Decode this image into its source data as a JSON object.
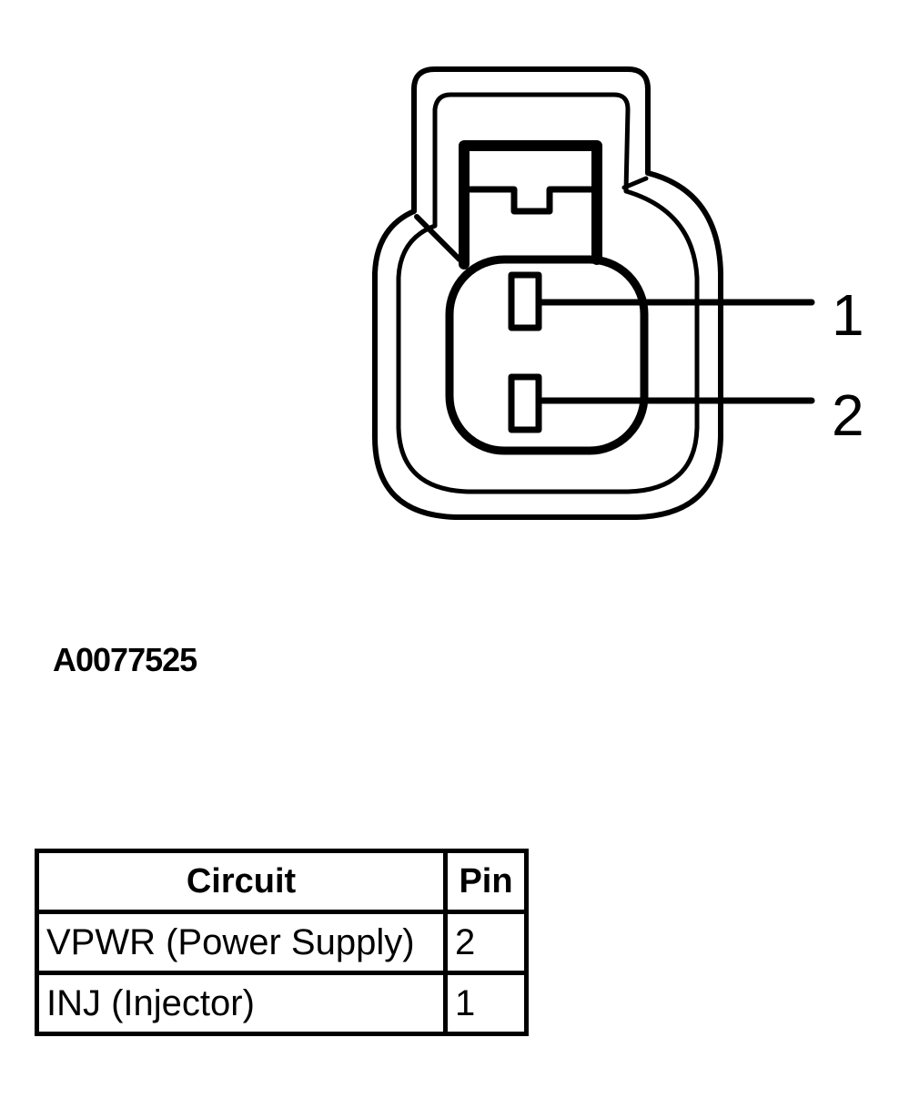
{
  "diagram": {
    "pins": [
      {
        "label": "1"
      },
      {
        "label": "2"
      }
    ],
    "figure_id": "A0077525"
  },
  "table": {
    "headers": {
      "circuit": "Circuit",
      "pin": "Pin"
    },
    "rows": [
      {
        "circuit": "VPWR (Power Supply)",
        "pin": "2"
      },
      {
        "circuit": "INJ (Injector)",
        "pin": "1"
      }
    ]
  }
}
